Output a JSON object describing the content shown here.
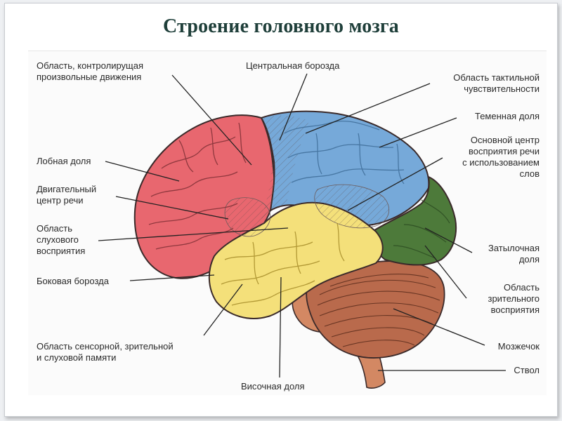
{
  "title": "Строение головного мозга",
  "colors": {
    "frontal": "#e8676f",
    "parietal": "#76a9d9",
    "temporal": "#f4e07a",
    "occipital": "#4d7a3a",
    "cerebellum": "#b96a4c",
    "stem": "#d38863",
    "outline": "#3a2a2a"
  },
  "labels": {
    "motor_area": "Область, контролирущая\nпроизвольные движения",
    "central_sulcus": "Центральная борозда",
    "tactile_area": "Область тактильной\nчувствительности",
    "parietal_lobe": "Теменная доля",
    "speech_center": "Основной центр\nвосприятия речи\nс использованием\nслов",
    "frontal_lobe": "Лобная доля",
    "motor_speech": "Двигательный\nцентр речи",
    "auditory_area": "Область\nслухового\nвосприятия",
    "lateral_sulcus": "Боковая борозда",
    "occipital_lobe": "Затылочная\nдоля",
    "visual_area": "Область\nзрительного\nвосприятия",
    "cerebellum": "Мозжечок",
    "memory_area": "Область сенсорной, зрительной\nи слуховой памяти",
    "brainstem": "Ствол",
    "temporal_lobe": "Височная доля"
  }
}
